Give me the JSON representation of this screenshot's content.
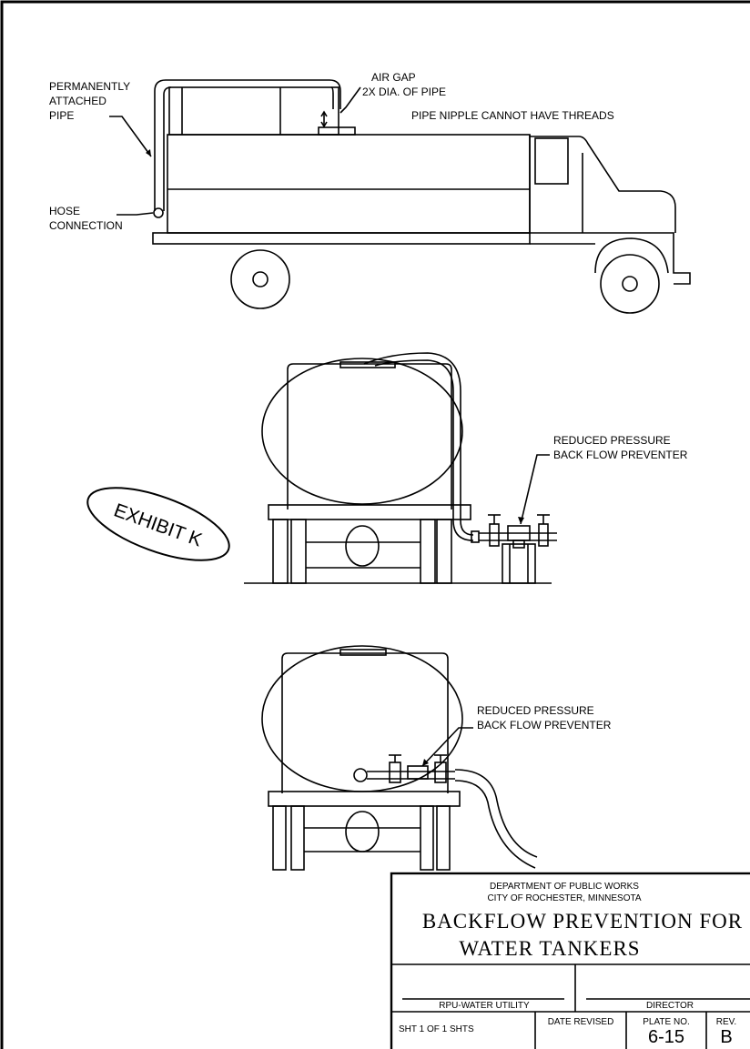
{
  "labels": {
    "permanently_attached_pipe": [
      "PERMANENTLY",
      "ATTACHED",
      "PIPE"
    ],
    "hose_connection": [
      "HOSE",
      "CONNECTION"
    ],
    "air_gap": [
      "AIR GAP",
      "2X DIA. OF PIPE",
      "PIPE NIPPLE CANNOT HAVE THREADS"
    ],
    "rpz_upper": [
      "REDUCED PRESSURE",
      "BACK FLOW PREVENTER"
    ],
    "rpz_lower": [
      "REDUCED PRESSURE",
      "BACK FLOW PREVENTER"
    ],
    "exhibit": "EXHIBIT K"
  },
  "title_block": {
    "department": "DEPARTMENT OF PUBLIC WORKS",
    "city": "CITY OF ROCHESTER, MINNESOTA",
    "title_line1": "BACKFLOW PREVENTION FOR",
    "title_line2": "WATER TANKERS",
    "utility": "RPU-WATER UTILITY",
    "director": "DIRECTOR",
    "sheet": "SHT 1 OF 1 SHTS",
    "date_revised": "DATE REVISED",
    "plate_no_label": "PLATE NO.",
    "plate_no": "6-15",
    "rev_label": "REV.",
    "rev": "B"
  }
}
